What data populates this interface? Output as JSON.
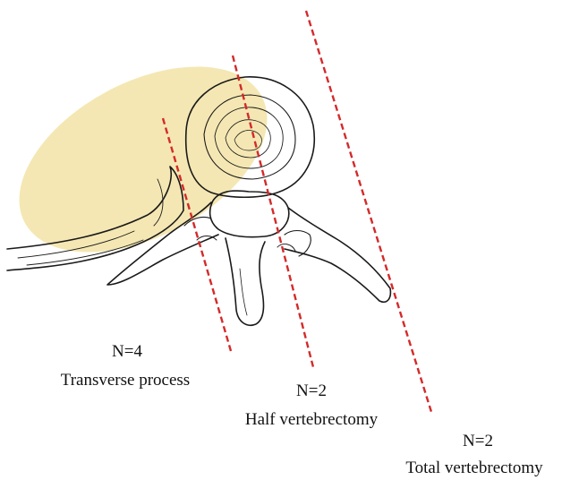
{
  "colors": {
    "tumor_fill": "#f2e3a6",
    "cut_line": "#d42a2a",
    "bone_outline": "#1a1a1a"
  },
  "annotations": [
    {
      "id": "transverse",
      "count": "N=4",
      "name": "Transverse process"
    },
    {
      "id": "half",
      "count": "N=2",
      "name": "Half vertebrectomy"
    },
    {
      "id": "total",
      "count": "N=2",
      "name": "Total vertebrectomy"
    }
  ]
}
